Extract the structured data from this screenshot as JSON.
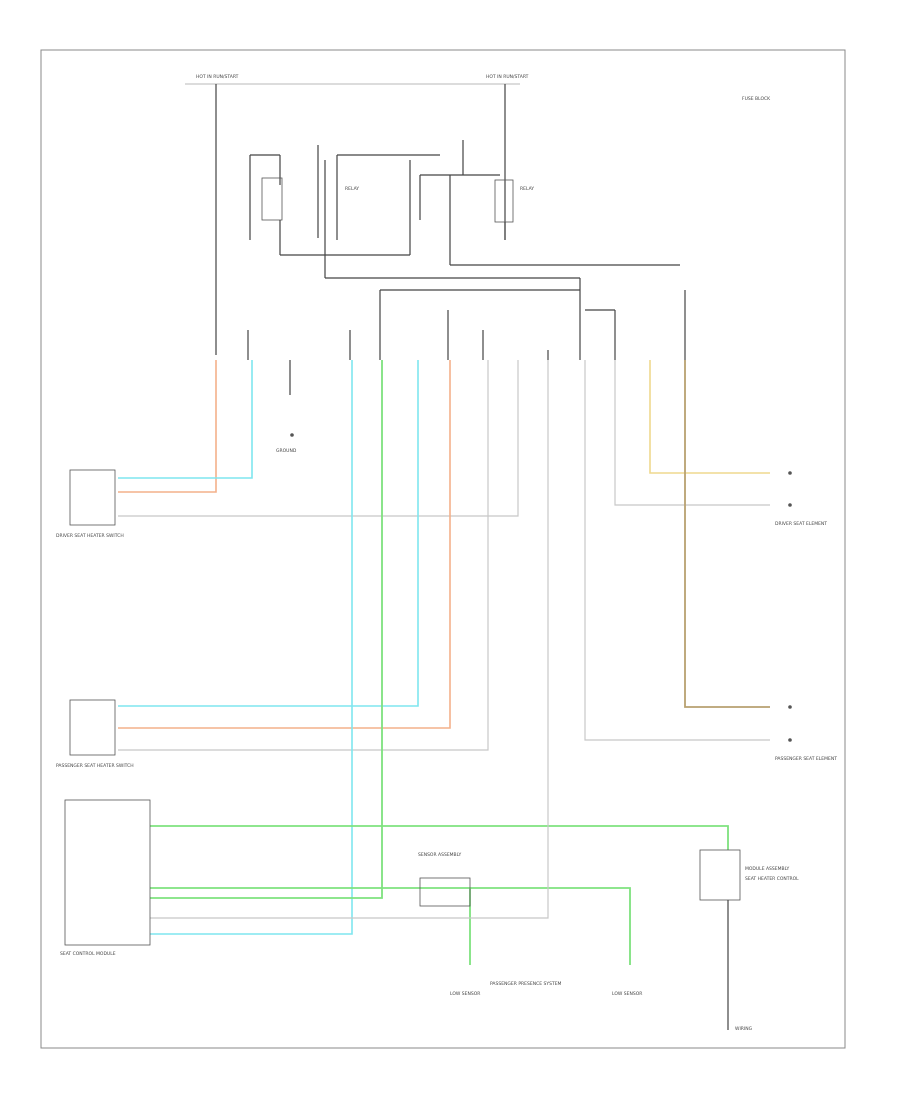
{
  "diagram": {
    "footer_code": "",
    "labels": {
      "fuse_top_left": "HOT IN RUN/START",
      "fuse_top_right": "HOT IN RUN/START",
      "fuse_box_note": "FUSE BLOCK",
      "relay_left": "RELAY",
      "relay_right": "RELAY",
      "ground_block": "GROUND",
      "driver_switch": "DRIVER SEAT HEATER SWITCH",
      "driver_element": "DRIVER SEAT ELEMENT",
      "passenger_switch": "PASSENGER SEAT HEATER SWITCH",
      "passenger_element": "PASSENGER SEAT ELEMENT",
      "control_module": "SEAT CONTROL MODULE",
      "low_sensor_1": "LOW SENSOR",
      "low_sensor_2": "LOW SENSOR",
      "center_component": "SENSOR ASSEMBLY",
      "center_note": "PASSENGER PRESENCE SYSTEM",
      "right_module": "MODULE ASSEMBLY",
      "right_module_note": "SEAT HEATER CONTROL",
      "right_bottom_note": "WIRING"
    }
  }
}
